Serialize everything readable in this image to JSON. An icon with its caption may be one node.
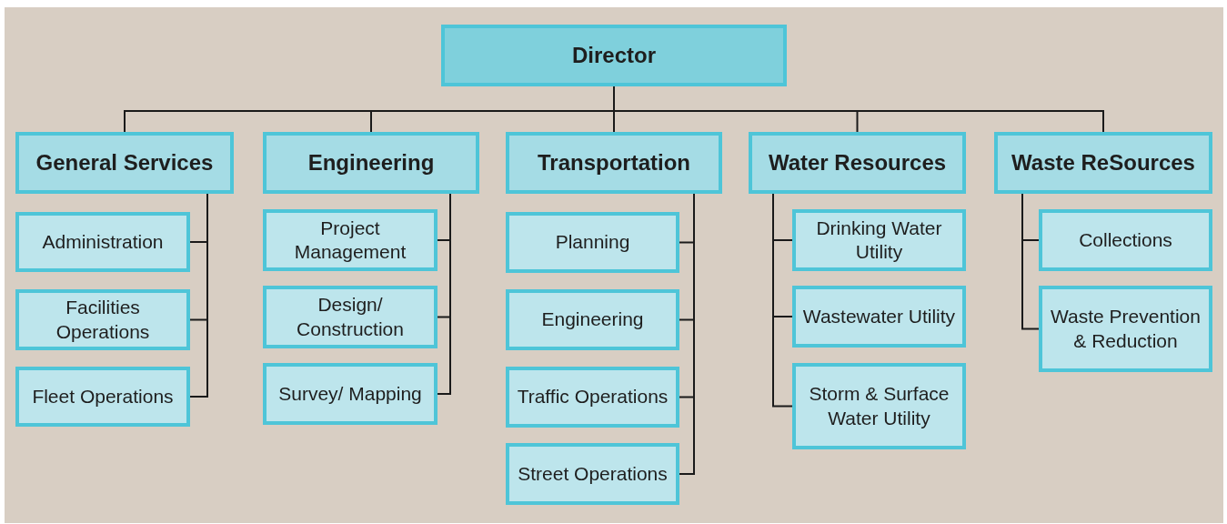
{
  "diagram": {
    "nodes": [
      {
        "text": [
          "Director"
        ]
      },
      {
        "text": [
          "General Services"
        ]
      },
      {
        "text": [
          "Engineering"
        ]
      },
      {
        "text": [
          "Transportation"
        ]
      },
      {
        "text": [
          "Water Resources"
        ]
      },
      {
        "text": [
          "Waste ReSources"
        ]
      },
      {
        "text": [
          "Administration"
        ]
      },
      {
        "text": [
          "Facilities Operations"
        ]
      },
      {
        "text": [
          "Fleet Operations"
        ]
      },
      {
        "text": [
          "Project Management"
        ]
      },
      {
        "text": [
          "Design/ Construction"
        ]
      },
      {
        "text": [
          "Survey/ Mapping"
        ]
      },
      {
        "text": [
          "Planning"
        ]
      },
      {
        "text": [
          "Engineering"
        ]
      },
      {
        "text": [
          "Traffic Operations"
        ]
      },
      {
        "text": [
          "Street Operations"
        ]
      },
      {
        "text": [
          "Drinking Water Utility"
        ]
      },
      {
        "text": [
          "Wastewater Utility"
        ]
      },
      {
        "text": [
          "Storm & Surface Water Utility"
        ]
      },
      {
        "text": [
          "Collections"
        ]
      },
      {
        "text": [
          "Waste Prevention & Reduction"
        ]
      }
    ],
    "edges": [
      {
        "from": 0,
        "to": 1,
        "arrow": "none"
      },
      {
        "from": 0,
        "to": 2,
        "arrow": "none"
      },
      {
        "from": 0,
        "to": 3,
        "arrow": "none"
      },
      {
        "from": 0,
        "to": 4,
        "arrow": "none"
      },
      {
        "from": 0,
        "to": 5,
        "arrow": "none"
      },
      {
        "from": 1,
        "to": 6,
        "arrow": "none"
      },
      {
        "from": 1,
        "to": 7,
        "arrow": "none"
      },
      {
        "from": 1,
        "to": 8,
        "arrow": "none"
      },
      {
        "from": 2,
        "to": 9,
        "arrow": "none"
      },
      {
        "from": 2,
        "to": 10,
        "arrow": "none"
      },
      {
        "from": 2,
        "to": 11,
        "arrow": "none"
      },
      {
        "from": 3,
        "to": 12,
        "arrow": "none"
      },
      {
        "from": 3,
        "to": 13,
        "arrow": "none"
      },
      {
        "from": 3,
        "to": 14,
        "arrow": "none"
      },
      {
        "from": 3,
        "to": 15,
        "arrow": "none"
      },
      {
        "from": 4,
        "to": 16,
        "arrow": "none"
      },
      {
        "from": 4,
        "to": 17,
        "arrow": "none"
      },
      {
        "from": 4,
        "to": 18,
        "arrow": "none"
      },
      {
        "from": 5,
        "to": 19,
        "arrow": "none"
      },
      {
        "from": 5,
        "to": 20,
        "arrow": "none"
      }
    ]
  }
}
